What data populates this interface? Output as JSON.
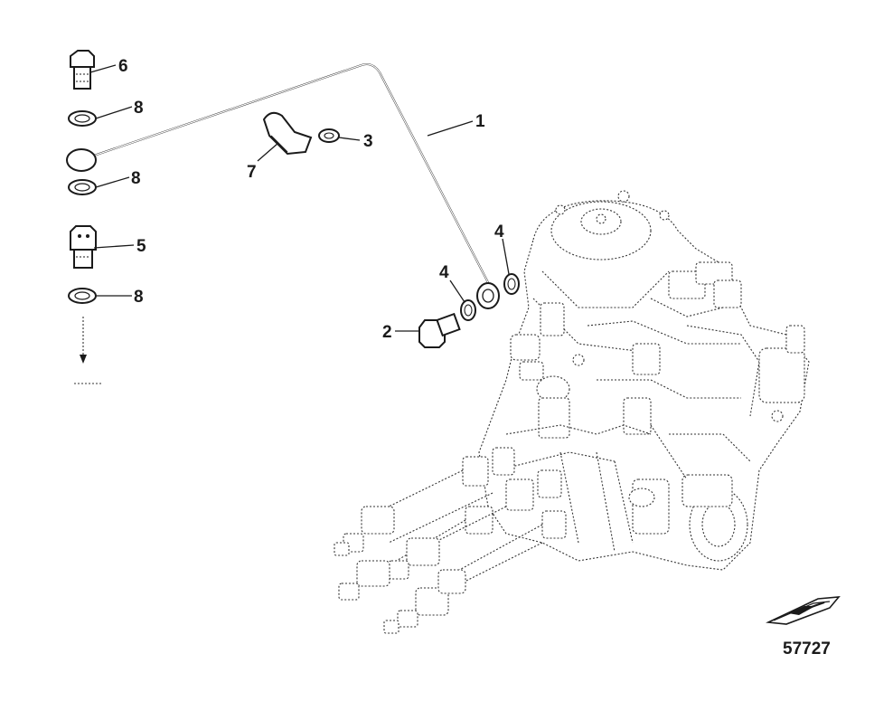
{
  "callouts": {
    "c1": "1",
    "c2": "2",
    "c3": "3",
    "c4a": "4",
    "c4b": "4",
    "c5": "5",
    "c6": "6",
    "c7": "7",
    "c8a": "8",
    "c8b": "8",
    "c8c": "8"
  },
  "figure_number": "57727",
  "icons": {
    "boat": "boat-icon"
  }
}
